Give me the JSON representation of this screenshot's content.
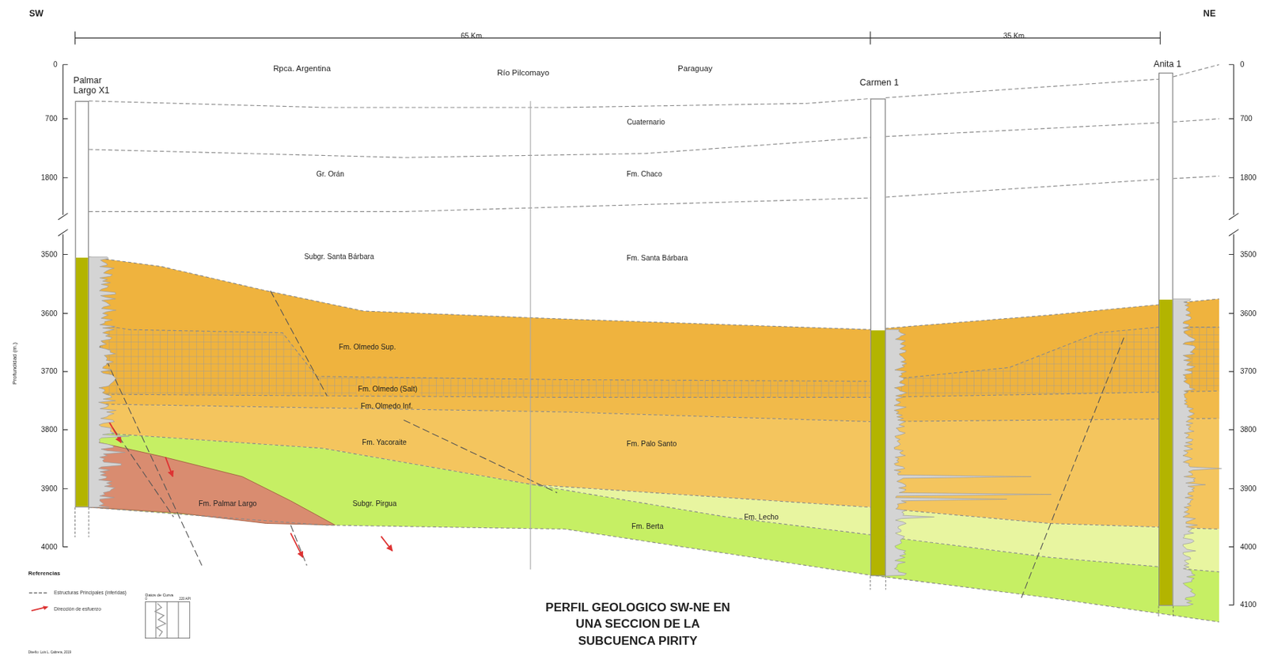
{
  "diagram": {
    "title": "PERFIL GEOLOGICO SW-NE EN UNA SECCION DE LA SUBCUENCA PIRITY",
    "nodes": [
      {
        "text": [
          "Palmar Largo X1"
        ]
      },
      {
        "text": [
          "Carmen 1"
        ]
      },
      {
        "text": [
          "Anita 1"
        ]
      }
    ],
    "labels": [
      "SW",
      "NE",
      "65 Km.",
      "35 Km.",
      "Rpca. Argentina",
      "Río Pilcomayo",
      "Paraguay",
      "Cuaternario",
      "Gr. Orán",
      "Fm. Chaco",
      "Subgr. Santa Bárbara",
      "Fm. Santa Bárbara",
      "Fm. Olmedo Sup.",
      "Fm. Olmedo (Salt)",
      "Fm. Olmedo Inf.",
      "Fm. Yacoraite",
      "Fm. Palo Santo",
      "Fm. Palmar Largo",
      "Subgr. Pirgua",
      "Fm. Lecho",
      "Fm. Berta",
      "0",
      "700",
      "1800",
      "3500",
      "3600",
      "3700",
      "3800",
      "3900",
      "4000",
      "0",
      "700",
      "1800",
      "3500",
      "3600",
      "3700",
      "3800",
      "3900",
      "4000",
      "4100",
      "Profundidad (m.)",
      "Referencias",
      "Datos de Curva",
      "0",
      "220 API",
      "Diseño: Luis L. Cabrera, 2019"
    ],
    "legend": [
      {
        "text": "Estructuras Principales (inferidas)"
      },
      {
        "text": "Dirección de esfuerzo"
      }
    ]
  }
}
